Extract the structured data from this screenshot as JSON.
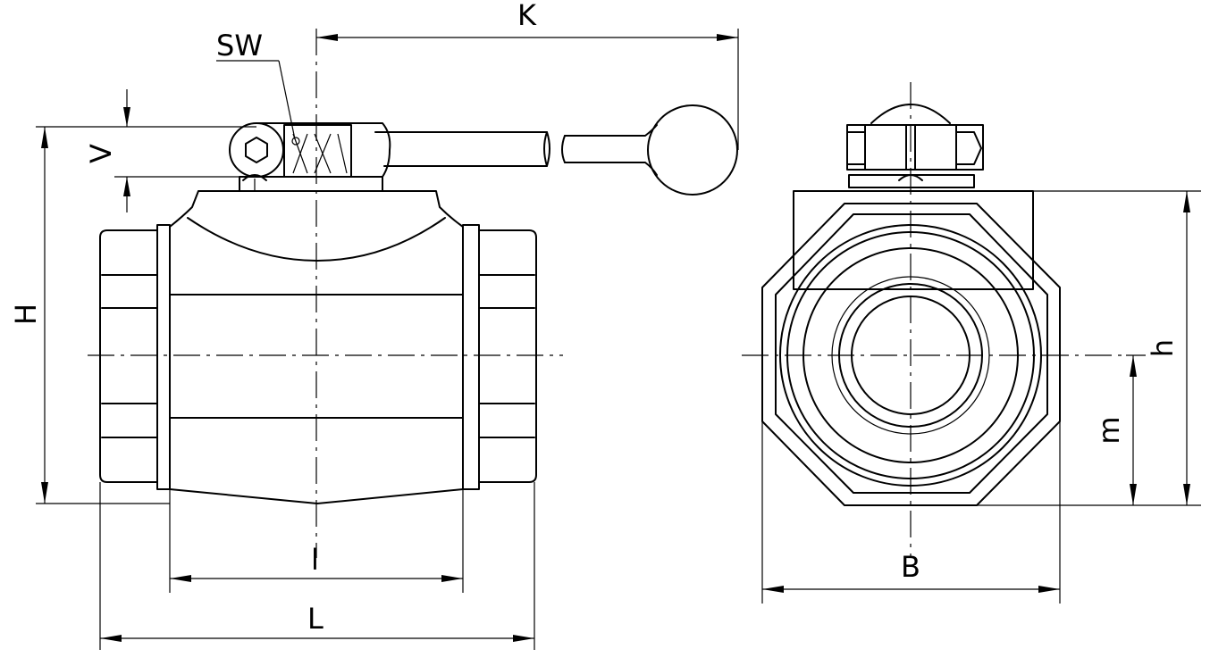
{
  "drawing": {
    "labels": {
      "K": "K",
      "SW": "SW",
      "V": "V",
      "H": "H",
      "l": "l",
      "L": "L",
      "B": "B",
      "h": "h",
      "m": "m"
    }
  }
}
